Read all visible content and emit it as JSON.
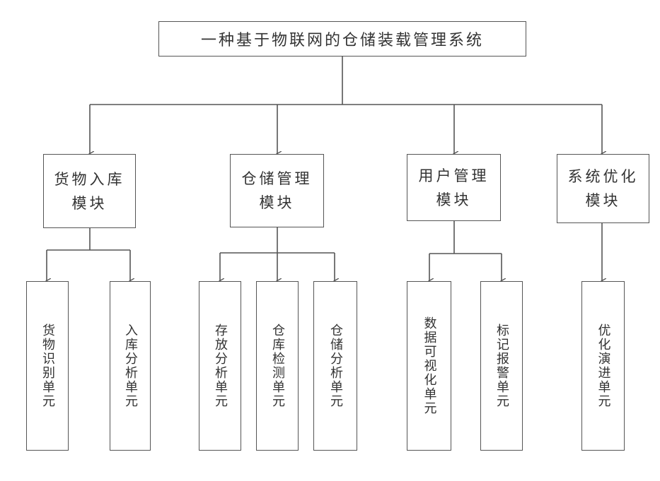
{
  "root": {
    "title": "一种基于物联网的仓储装载管理系统"
  },
  "modules": [
    {
      "label": "货物入库\n模块",
      "units": [
        "货物识别单元",
        "入库分析单元"
      ]
    },
    {
      "label": "仓储管理\n模块",
      "units": [
        "存放分析单元",
        "仓库检测单元",
        "仓储分析单元"
      ]
    },
    {
      "label": "用户管理\n模块",
      "units": [
        "数据可视化单元",
        "标记报警单元"
      ]
    },
    {
      "label": "系统优化\n模块",
      "units": [
        "优化演进单元"
      ]
    }
  ]
}
